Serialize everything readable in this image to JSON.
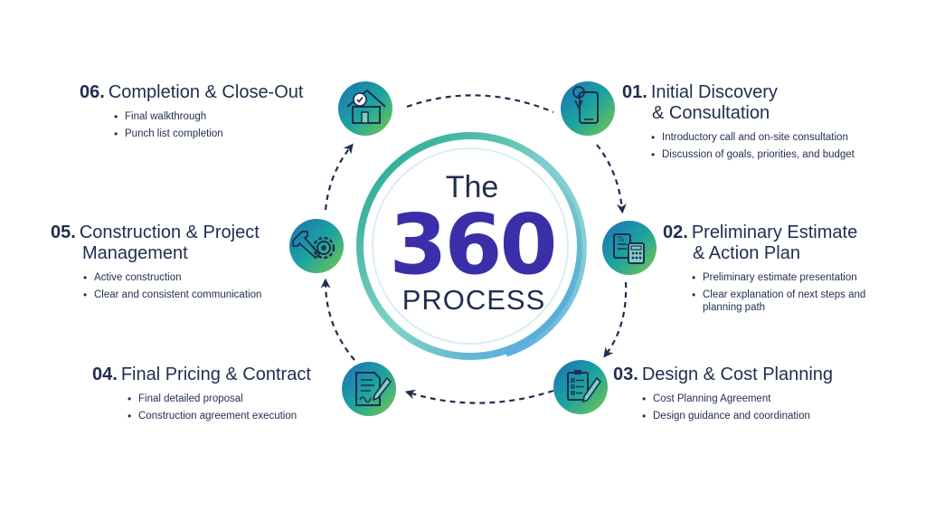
{
  "center": {
    "line1": "The",
    "line2": "360",
    "line3": "PROCESS"
  },
  "colors": {
    "navy": "#1f2d4f",
    "indigo": "#3a2fa8",
    "teal": "#1aa3a0",
    "green": "#6cc04a",
    "light_blue": "#8ec8ee"
  },
  "steps": [
    {
      "number": "01.",
      "title_line1": "Initial Discovery",
      "title_line2": "& Consultation",
      "icon": "phone-location-icon",
      "bullets": [
        "Introductory call and on-site consultation",
        "Discussion of goals, priorities, and budget"
      ]
    },
    {
      "number": "02.",
      "title_line1": "Preliminary  Estimate",
      "title_line2": "& Action Plan",
      "icon": "calculator-document-icon",
      "bullets": [
        "Preliminary estimate presentation",
        "Clear explanation of next steps and",
        "planning path"
      ]
    },
    {
      "number": "03.",
      "title_line1": "Design & Cost Planning",
      "icon": "clipboard-pencil-icon",
      "bullets": [
        "Cost Planning Agreement",
        "Design guidance and coordination"
      ]
    },
    {
      "number": "04.",
      "title_line1": "Final Pricing & Contract",
      "icon": "contract-pen-icon",
      "bullets": [
        "Final detailed proposal",
        "Construction agreement execution"
      ]
    },
    {
      "number": "05.",
      "title_line1": "Construction & Project",
      "title_line2": "Management",
      "icon": "wrench-gear-icon",
      "bullets": [
        "Active construction",
        "Clear and consistent communication"
      ]
    },
    {
      "number": "06.",
      "title_line1": "Completion & Close-Out",
      "icon": "house-check-icon",
      "bullets": [
        "Final walkthrough",
        "Punch list completion"
      ]
    }
  ]
}
